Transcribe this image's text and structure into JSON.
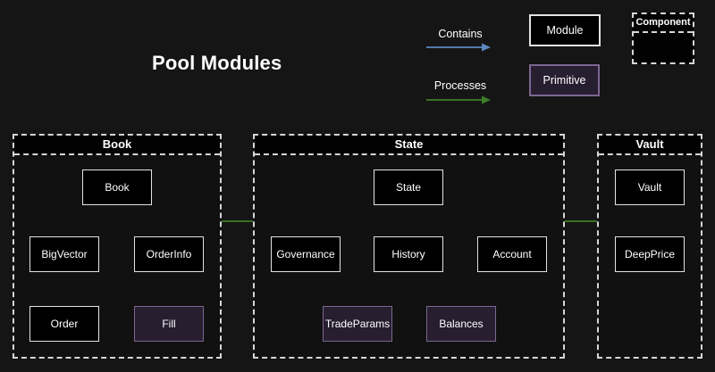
{
  "title": "Pool Modules",
  "legend": {
    "contains_label": "Contains",
    "processes_label": "Processes",
    "module_label": "Module",
    "primitive_label": "Primitive",
    "component_label": "Component",
    "contains_color": "#5d87c1",
    "processes_color": "#3e7e28",
    "module_fill": "#000000",
    "module_border": "#e3e3e3",
    "primitive_fill": "#271e30",
    "primitive_border": "#7c6691"
  },
  "diagram": {
    "containers": [
      {
        "label": "Book",
        "nodes": [
          {
            "label": "Book",
            "type": "module"
          },
          {
            "label": "BigVector",
            "type": "module"
          },
          {
            "label": "OrderInfo",
            "type": "module"
          },
          {
            "label": "Order",
            "type": "module"
          },
          {
            "label": "Fill",
            "type": "primitive"
          }
        ]
      },
      {
        "label": "State",
        "nodes": [
          {
            "label": "State",
            "type": "module"
          },
          {
            "label": "Governance",
            "type": "module"
          },
          {
            "label": "History",
            "type": "module"
          },
          {
            "label": "Account",
            "type": "module"
          },
          {
            "label": "TradeParams",
            "type": "primitive"
          },
          {
            "label": "Balances",
            "type": "primitive"
          }
        ]
      },
      {
        "label": "Vault",
        "nodes": [
          {
            "label": "Vault",
            "type": "module"
          },
          {
            "label": "DeepPrice",
            "type": "module"
          }
        ]
      }
    ],
    "edges": [
      {
        "from": "Book",
        "to": "BigVector",
        "type": "contains"
      },
      {
        "from": "BigVector",
        "to": "Order",
        "type": "contains"
      },
      {
        "from": "OrderInfo",
        "to": "Fill",
        "type": "contains"
      },
      {
        "from": "Book",
        "to": "OrderInfo",
        "type": "processes"
      },
      {
        "from": "State",
        "to": "Governance",
        "type": "contains"
      },
      {
        "from": "State",
        "to": "History",
        "type": "contains"
      },
      {
        "from": "State",
        "to": "Account",
        "type": "contains"
      },
      {
        "from": "State",
        "to": "OrderInfo",
        "type": "processes"
      },
      {
        "from": "Governance",
        "to": "TradeParams",
        "type": "contains"
      },
      {
        "from": "History",
        "to": "TradeParams",
        "type": "contains"
      },
      {
        "from": "History",
        "to": "Balances",
        "type": "contains"
      },
      {
        "from": "Account",
        "to": "Balances",
        "type": "contains"
      },
      {
        "from": "Vault",
        "to": "DeepPrice",
        "type": "contains"
      },
      {
        "from": "Vault",
        "to": "Account",
        "type": "processes"
      }
    ]
  }
}
